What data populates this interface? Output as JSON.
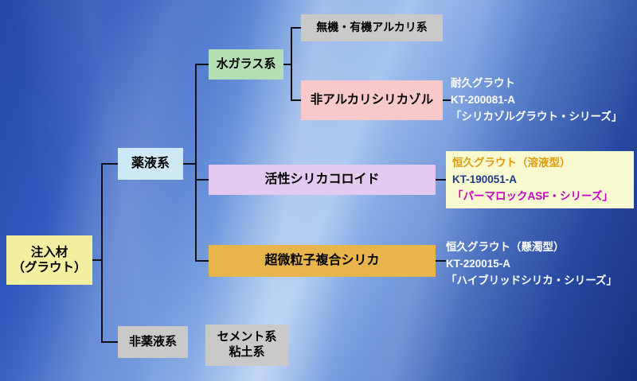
{
  "root": {
    "line1": "注入材",
    "line2": "（グラウト）"
  },
  "nodes": {
    "chemical": {
      "label": "薬液系"
    },
    "non_chemical": {
      "label": "非薬液系"
    },
    "water_glass": {
      "label": "水ガラス系"
    },
    "inorganic_alkali": {
      "label": "無機・有機アルカリ系"
    },
    "non_alkali_silica_sol": {
      "label": "非アルカリシリカゾル"
    },
    "active_silica_colloid": {
      "label": "活性シリカコロイド"
    },
    "ultrafine_composite_silica": {
      "label": "超微粒子複合シリカ"
    },
    "cement_clay": {
      "line1": "セメント系",
      "line2": "粘土系"
    }
  },
  "annotations": {
    "durable_grout": {
      "line1": "耐久グラウト",
      "line2": "KT-200081-A",
      "line3": "「シリカゾルグラウト・シリーズ」"
    },
    "permanent_solution": {
      "line1": "恒久グラウト（溶液型）",
      "line2": "KT-190051-A",
      "line3": "「パーマロックASF・シリーズ」"
    },
    "permanent_suspension": {
      "line1": "恒久グラウト（懸濁型）",
      "line2": "KT-220015-A",
      "line3": "「ハイブリッドシリカ・シリーズ」"
    }
  },
  "colors": {
    "root_bg": "#f3efa0",
    "chemical_bg": "#cfe8f6",
    "gray_bg": "#c9c9c9",
    "water_glass_bg": "#b4dfb4",
    "non_alkali_bg": "#f7c9c9",
    "colloid_bg": "#e4c9f0",
    "silica_bg": "#e8b54c",
    "note_box_bg": "#fafad0",
    "note_orange": "#e09b10",
    "note_navy": "#1f3a8c",
    "note_magenta": "#c400c4",
    "annotation_text": "#ffffff",
    "connector": "#101018",
    "background_base": "#2f58bd"
  }
}
